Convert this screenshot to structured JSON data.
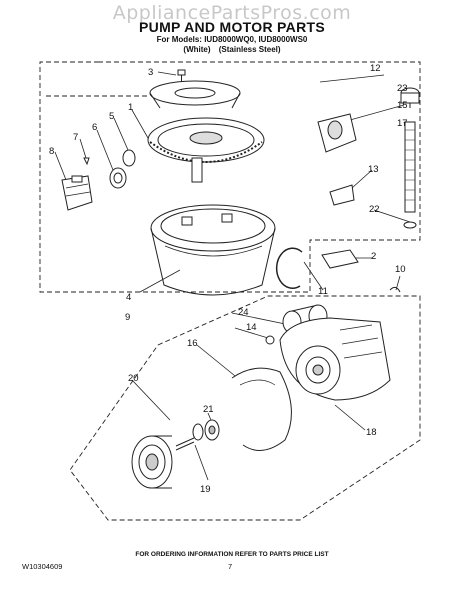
{
  "watermark": "AppliancePartsPros.com",
  "title": "PUMP AND MOTOR PARTS",
  "models_line": "For Models: IUD8000WQ0, IUD8000WS0",
  "variants": [
    "(White)",
    "(Stainless Steel)"
  ],
  "footer_note": "FOR ORDERING INFORMATION REFER TO PARTS PRICE LIST",
  "doc_number": "W10304609",
  "page_number": "7",
  "callouts": [
    "1",
    "2",
    "3",
    "4",
    "5",
    "6",
    "7",
    "8",
    "9",
    "10",
    "11",
    "12",
    "13",
    "14",
    "15",
    "16",
    "17",
    "18",
    "19",
    "20",
    "21",
    "22",
    "23",
    "24"
  ]
}
